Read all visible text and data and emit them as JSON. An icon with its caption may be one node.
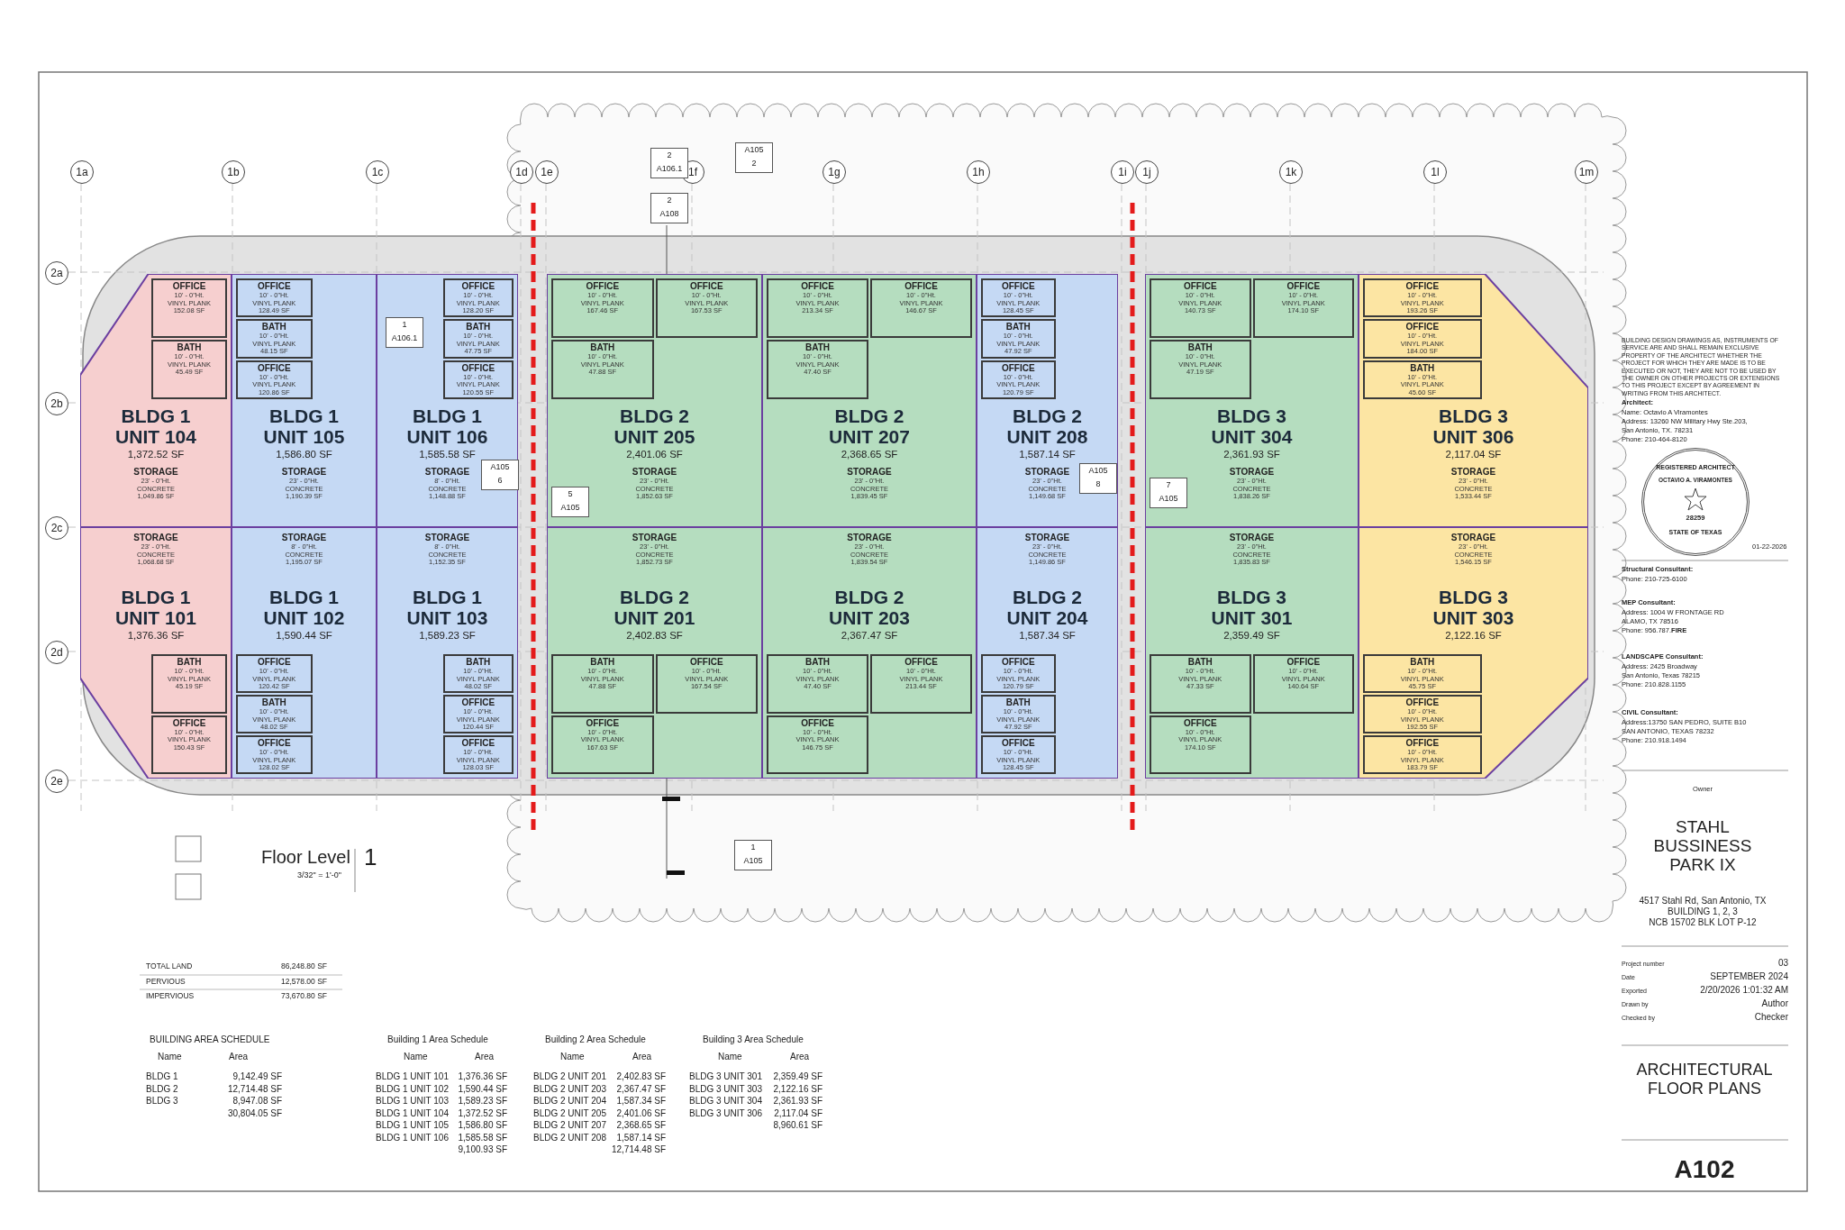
{
  "diagram": {
    "nodes": [
      {
        "text": [
          "BLDG 1 UNIT 104",
          "1,372.52 SF"
        ]
      },
      {
        "text": [
          "OFFICE",
          "10' - 0\"Ht. VINYL PLANK 152.08 SF"
        ],
        "in": 0
      },
      {
        "text": [
          "BATH",
          "10' - 0\"Ht. VINYL PLANK 45.49 SF"
        ],
        "in": 0
      },
      {
        "text": [
          "STORAGE",
          "23' - 0\"Ht. CONCRETE 1,049.86 SF"
        ],
        "in": 0
      },
      {
        "text": [
          "BLDG 1 UNIT 105",
          "1,586.80 SF"
        ]
      },
      {
        "text": [
          "OFFICE",
          "10' - 0\"Ht. VINYL PLANK 128.49 SF"
        ],
        "in": 4
      },
      {
        "text": [
          "BATH",
          "10' - 0\"Ht. VINYL PLANK 48.15 SF"
        ],
        "in": 4
      },
      {
        "text": [
          "OFFICE",
          "10' - 0\"Ht. VINYL PLANK 120.86 SF"
        ],
        "in": 4
      },
      {
        "text": [
          "STORAGE",
          "23' - 0\"Ht. CONCRETE 1,190.39 SF"
        ],
        "in": 4
      },
      {
        "text": [
          "BLDG 1 UNIT 106",
          "1,585.58 SF"
        ]
      },
      {
        "text": [
          "OFFICE",
          "10' - 0\"Ht. VINYL PLANK 128.20 SF"
        ],
        "in": 9
      },
      {
        "text": [
          "BATH",
          "10' - 0\"Ht. VINYL PLANK 47.75 SF"
        ],
        "in": 9
      },
      {
        "text": [
          "OFFICE",
          "10' - 0\"Ht. VINYL PLANK 120.55 SF"
        ],
        "in": 9
      },
      {
        "text": [
          "STORAGE",
          "8' - 0\"Ht. CONCRETE 1,148.88 SF"
        ],
        "in": 9
      },
      {
        "text": [
          "BLDG 2 UNIT 205",
          "2,401.06 SF"
        ]
      },
      {
        "text": [
          "OFFICE",
          "10' - 0\"Ht. VINYL PLANK 167.46 SF"
        ],
        "in": 14
      },
      {
        "text": [
          "OFFICE",
          "10' - 0\"Ht. VINYL PLANK 167.53 SF"
        ],
        "in": 14
      },
      {
        "text": [
          "BATH",
          "10' - 0\"Ht. VINYL PLANK 47.88 SF"
        ],
        "in": 14
      },
      {
        "text": [
          "STORAGE",
          "23' - 0\"Ht. CONCRETE 1,852.63 SF"
        ],
        "in": 14
      },
      {
        "text": [
          "BLDG 2 UNIT 207",
          "2,368.65 SF"
        ]
      },
      {
        "text": [
          "OFFICE",
          "10' - 0\"Ht. VINYL PLANK 213.34 SF"
        ],
        "in": 19
      },
      {
        "text": [
          "OFFICE",
          "10' - 0\"Ht. VINYL PLANK 146.67 SF"
        ],
        "in": 19
      },
      {
        "text": [
          "BATH",
          "10' - 0\"Ht. VINYL PLANK 47.40 SF"
        ],
        "in": 19
      },
      {
        "text": [
          "STORAGE",
          "23' - 0\"Ht. CONCRETE 1,839.45 SF"
        ],
        "in": 19
      },
      {
        "text": [
          "BLDG 2 UNIT 208",
          "1,587.14 SF"
        ]
      },
      {
        "text": [
          "OFFICE",
          "10' - 0\"Ht. VINYL PLANK 128.45 SF"
        ],
        "in": 24
      },
      {
        "text": [
          "BATH",
          "10' - 0\"Ht. VINYL PLANK 47.92 SF"
        ],
        "in": 24
      },
      {
        "text": [
          "OFFICE",
          "10' - 0\"Ht. VINYL PLANK 120.79 SF"
        ],
        "in": 24
      },
      {
        "text": [
          "STORAGE",
          "23' - 0\"Ht. CONCRETE 1,149.68 SF"
        ],
        "in": 24
      },
      {
        "text": [
          "BLDG 3 UNIT 304",
          "2,361.93 SF"
        ]
      },
      {
        "text": [
          "OFFICE",
          "10' - 0\"Ht. VINYL PLANK 140.73 SF"
        ],
        "in": 29
      },
      {
        "text": [
          "OFFICE",
          "10' - 0\"Ht. VINYL PLANK 174.10 SF"
        ],
        "in": 29
      },
      {
        "text": [
          "BATH",
          "10' - 0\"Ht. VINYL PLANK 47.19 SF"
        ],
        "in": 29
      },
      {
        "text": [
          "STORAGE",
          "23' - 0\"Ht. CONCRETE 1,838.26 SF"
        ],
        "in": 29
      },
      {
        "text": [
          "BLDG 3 UNIT 306",
          "2,117.04 SF"
        ]
      },
      {
        "text": [
          "OFFICE",
          "10' - 0\"Ht. VINYL PLANK 193.26 SF"
        ],
        "in": 34
      },
      {
        "text": [
          "OFFICE",
          "10' - 0\"Ht. VINYL PLANK 184.00 SF"
        ],
        "in": 34
      },
      {
        "text": [
          "BATH",
          "10' - 0\"Ht. VINYL PLANK 45.60 SF"
        ],
        "in": 34
      },
      {
        "text": [
          "STORAGE",
          "23' - 0\"Ht. CONCRETE 1,533.44 SF"
        ],
        "in": 34
      },
      {
        "text": [
          "BLDG 1 UNIT 101",
          "1,376.36 SF"
        ]
      },
      {
        "text": [
          "STORAGE",
          "23' - 0\"Ht. CONCRETE 1,068.68 SF"
        ],
        "in": 39
      },
      {
        "text": [
          "BATH",
          "10' - 0\"Ht. VINYL PLANK 45.19 SF"
        ],
        "in": 39
      },
      {
        "text": [
          "OFFICE",
          "10' - 0\"Ht. VINYL PLANK 150.43 SF"
        ],
        "in": 39
      },
      {
        "text": [
          "BLDG 1 UNIT 102",
          "1,590.44 SF"
        ]
      },
      {
        "text": [
          "STORAGE",
          "8' - 0\"Ht. CONCRETE 1,195.07 SF"
        ],
        "in": 43
      },
      {
        "text": [
          "OFFICE",
          "10' - 0\"Ht. VINYL PLANK 120.42 SF"
        ],
        "in": 43
      },
      {
        "text": [
          "BATH",
          "10' - 0\"Ht. VINYL PLANK 48.02 SF"
        ],
        "in": 43
      },
      {
        "text": [
          "OFFICE",
          "10' - 0\"Ht. VINYL PLANK 128.02 SF"
        ],
        "in": 43
      },
      {
        "text": [
          "BLDG 1 UNIT 103",
          "1,589.23 SF"
        ]
      },
      {
        "text": [
          "STORAGE",
          "8' - 0\"Ht. CONCRETE 1,152.35 SF"
        ],
        "in": 48
      },
      {
        "text": [
          "BATH",
          "10' - 0\"Ht. VINYL PLANK 48.02 SF"
        ],
        "in": 48
      },
      {
        "text": [
          "OFFICE",
          "10' - 0\"Ht. VINYL PLANK 120.44 SF"
        ],
        "in": 48
      },
      {
        "text": [
          "OFFICE",
          "10' - 0\"Ht. VINYL PLANK 128.03 SF"
        ],
        "in": 48
      },
      {
        "text": [
          "BLDG 2 UNIT 201",
          "2,402.83 SF"
        ]
      },
      {
        "text": [
          "STORAGE",
          "23' - 0\"Ht. CONCRETE 1,852.73 SF"
        ],
        "in": 53
      },
      {
        "text": [
          "BATH",
          "10' - 0\"Ht. VINYL PLANK 47.88 SF"
        ],
        "in": 53
      },
      {
        "text": [
          "OFFICE",
          "10' - 0\"Ht. VINYL PLANK 167.54 SF"
        ],
        "in": 53
      },
      {
        "text": [
          "OFFICE",
          "10' - 0\"Ht. VINYL PLANK 167.63 SF"
        ],
        "in": 53
      },
      {
        "text": [
          "BLDG 2 UNIT 203",
          "2,367.47 SF"
        ]
      },
      {
        "text": [
          "STORAGE",
          "23' - 0\"Ht. CONCRETE 1,839.54 SF"
        ],
        "in": 58
      },
      {
        "text": [
          "BATH",
          "10' - 0\"Ht. VINYL PLANK 47.40 SF"
        ],
        "in": 58
      },
      {
        "text": [
          "OFFICE",
          "10' - 0\"Ht. VINYL PLANK 213.44 SF"
        ],
        "in": 58
      },
      {
        "text": [
          "OFFICE",
          "10' - 0\"Ht. VINYL PLANK 146.75 SF"
        ],
        "in": 58
      },
      {
        "text": [
          "BLDG 2 UNIT 204",
          "1,587.34 SF"
        ]
      },
      {
        "text": [
          "STORAGE",
          "23' - 0\"Ht. CONCRETE 1,149.86 SF"
        ],
        "in": 63
      },
      {
        "text": [
          "OFFICE",
          "10' - 0\"Ht. VINYL PLANK 120.79 SF"
        ],
        "in": 63
      },
      {
        "text": [
          "BATH",
          "10' - 0\"Ht. VINYL PLANK 47.92 SF"
        ],
        "in": 63
      },
      {
        "text": [
          "OFFICE",
          "10' - 0\"Ht. VINYL PLANK 128.45 SF"
        ],
        "in": 63
      },
      {
        "text": [
          "BLDG 3 UNIT 301",
          "2,359.49 SF"
        ]
      },
      {
        "text": [
          "STORAGE",
          "23' - 0\"Ht. CONCRETE 1,835.83 SF"
        ],
        "in": 68
      },
      {
        "text": [
          "BATH",
          "10' - 0\"Ht. VINYL PLANK 47.33 SF"
        ],
        "in": 68
      },
      {
        "text": [
          "OFFICE",
          "10' - 0\"Ht. VINYL PLANK 140.64 SF"
        ],
        "in": 68
      },
      {
        "text": [
          "OFFICE",
          "10' - 0\"Ht. VINYL PLANK 174.10 SF"
        ],
        "in": 68
      },
      {
        "text": [
          "BLDG 3 UNIT 303",
          "2,122.16 SF"
        ]
      },
      {
        "text": [
          "STORAGE",
          "23' - 0\"Ht. CONCRETE 1,546.15 SF"
        ],
        "in": 73
      },
      {
        "text": [
          "BATH",
          "10' - 0\"Ht. VINYL PLANK 45.75 SF"
        ],
        "in": 73
      },
      {
        "text": [
          "OFFICE",
          "10' - 0\"Ht. VINYL PLANK 192.55 SF"
        ],
        "in": 73
      },
      {
        "text": [
          "OFFICE",
          "10' - 0\"Ht. VINYL PLANK 183.79 SF"
        ],
        "in": 73
      }
    ],
    "labels": [
      "1a",
      "1b",
      "1c",
      "1d",
      "1e",
      "1f",
      "1g",
      "1h",
      "1i",
      "1j",
      "1k",
      "1l",
      "1m",
      "2a",
      "2b",
      "2c",
      "2d",
      "2e",
      "2",
      "A106.1",
      "A105",
      "2",
      "2",
      "A108",
      "1",
      "A106.1",
      "A105",
      "6",
      "5",
      "A105",
      "A105",
      "8",
      "7",
      "A105",
      "1",
      "A105",
      "Floor Level",
      "3/32\" = 1'-0\"",
      "1",
      "TOTAL LAND",
      "86,248.80 SF",
      "PERVIOUS",
      "12,578.00 SF",
      "IMPERVIOUS",
      "73,670.80 SF",
      "BUILDING AREA SCHEDULE",
      "Name",
      "Area",
      "BLDG 1",
      "9,142.49 SF",
      "BLDG 2",
      "12,714.48 SF",
      "BLDG 3",
      "8,947.08 SF",
      "30,804.05 SF",
      "Building 1 Area Schedule",
      "Name",
      "Area",
      "BLDG 1 UNIT 101",
      "1,376.36 SF",
      "BLDG 1 UNIT 102",
      "1,590.44 SF",
      "BLDG 1 UNIT 103",
      "1,589.23 SF",
      "BLDG 1 UNIT 104",
      "1,372.52 SF",
      "BLDG 1 UNIT 105",
      "1,586.80 SF",
      "BLDG 1 UNIT 106",
      "1,585.58 SF",
      "9,100.93 SF",
      "Building 2 Area Schedule",
      "Name",
      "Area",
      "BLDG 2 UNIT 201",
      "2,402.83 SF",
      "BLDG 2 UNIT 203",
      "2,367.47 SF",
      "BLDG 2 UNIT 204",
      "1,587.34 SF",
      "BLDG 2 UNIT 205",
      "2,401.06 SF",
      "BLDG 2 UNIT 207",
      "2,368.65 SF",
      "BLDG 2 UNIT 208",
      "1,587.14 SF",
      "12,714.48 SF",
      "Building 3 Area Schedule",
      "Name",
      "Area",
      "BLDG 3 UNIT 301",
      "2,359.49 SF",
      "BLDG 3 UNIT 303",
      "2,122.16 SF",
      "BLDG 3 UNIT 304",
      "2,361.93 SF",
      "BLDG 3 UNIT 306",
      "2,117.04 SF",
      "8,960.61 SF",
      "BUILDING DESIGN DRAWINGS AS, INSTRUMENTS OF SERVICE ARE AND SHALL REMAIN EXCLUSIVE PROPERTY OF THE ARCHITECT WHETHER THE PROJECT FOR WHICH THEY ARE MADE IS TO BE EXECUTED OR NOT, THEY ARE NOT TO BE USED BY THE OWNER ON OTHER PROJECTS OR EXTENSIONS TO THIS PROJECT EXCEPT BY AGREEMENT IN WRITING FROM THIS ARCHITECT.",
      "Architect:",
      "Name: Octavio A Viramontes",
      "Address: 13260 NW Military Hwy Ste.203,",
      "San Antonio, TX. 78231",
      "Phone: 210-464-8120",
      "REGISTERED ARCHITECT",
      "OCTAVIO A. VIRAMONTES",
      "28259",
      "STATE OF TEXAS",
      "01-22-2026",
      "Structural Consultant:",
      "Phone: 210-725-6100",
      "MEP Consultant:",
      "Address: 1004 W FRONTAGE RD",
      "ALAMO, TX 78516",
      "Phone:  956.787.**FIRE**",
      "LANDSCAPE Consultant:",
      "Address: 2425 Broadway",
      "San Antonio, Texas 78215",
      "Phone: 210.828.1155",
      "CIVIL Consultant:",
      "Address:13750 SAN PEDRO, SUITE B10",
      "SAN ANTONIO, TEXAS 78232",
      "Phone: 210.918.1494",
      "Owner",
      "STAHL BUSSINESS PARK IX",
      "4517 Stahl Rd, San Antonio, TX",
      "BUILDING 1, 2, 3",
      "NCB 15702 BLK LOT P-12",
      "Project number",
      "03",
      "Date",
      "SEPTEMBER 2024",
      "Exported",
      "2/20/2026 1:01:32 AM",
      "Drawn by",
      "Author",
      "Checked by",
      "Checker",
      "ARCHITECTURAL FLOOR PLANS",
      "A102"
    ]
  }
}
